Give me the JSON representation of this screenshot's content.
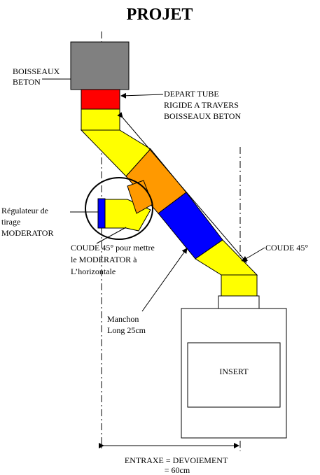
{
  "title": "PROJET",
  "labels": {
    "boisseaux": [
      "BOISSEAUX",
      "BETON"
    ],
    "depart": [
      "DEPART TUBE",
      "RIGIDE A TRAVERS",
      "BOISSEAUX BETON"
    ],
    "regulateur": [
      "Régulateur de",
      "tirage",
      "MODERATOR"
    ],
    "coude_moderator": [
      "COUDE 45° pour mettre",
      "le MODERATOR à",
      "L’horizontale"
    ],
    "coude_45": "COUDE 45°",
    "manchon": [
      "Manchon",
      "Long 25cm"
    ],
    "insert": "INSERT",
    "entraxe": [
      "ENTRAXE = DEVOIEMENT",
      "= 60cm"
    ]
  },
  "colors": {
    "block_grey": "#808080",
    "red": "#ff0000",
    "yellow": "#ffff00",
    "orange": "#ff9900",
    "blue": "#0000ff",
    "line": "#000000"
  }
}
